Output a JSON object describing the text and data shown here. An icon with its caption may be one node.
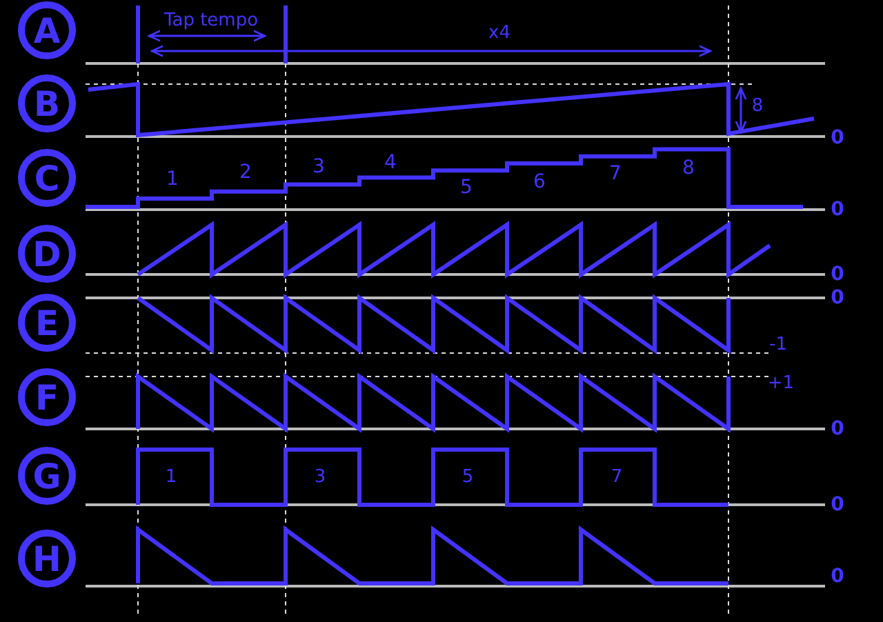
{
  "diagram": {
    "nodes": [
      {
        "text": [
          "A"
        ]
      },
      {
        "text": [
          "B"
        ]
      },
      {
        "text": [
          "C"
        ]
      },
      {
        "text": [
          "D"
        ]
      },
      {
        "text": [
          "E"
        ]
      },
      {
        "text": [
          "F"
        ]
      },
      {
        "text": [
          "G"
        ]
      },
      {
        "text": [
          "H"
        ]
      }
    ],
    "labels": [
      "Tap tempo",
      "x4",
      "8",
      "0",
      "1",
      "2",
      "3",
      "4",
      "5",
      "6",
      "7",
      "8",
      "0",
      "0",
      "0",
      "-1",
      "+1",
      "0",
      "1",
      "3",
      "5",
      "7",
      "0",
      "0"
    ]
  }
}
